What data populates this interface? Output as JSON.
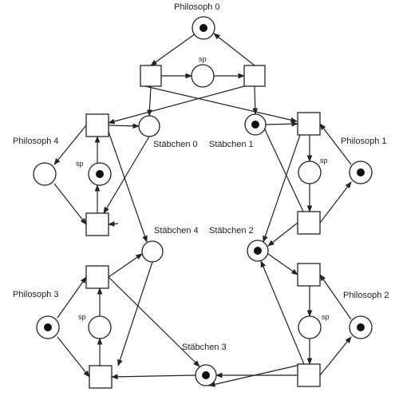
{
  "labels": {
    "philosopher_0": "Philosoph 0",
    "philosopher_1": "Philosoph 1",
    "philosopher_2": "Philosoph 2",
    "philosopher_3": "Philosoph 3",
    "philosopher_4": "Philosoph 4",
    "chopstick_0": "Stäbchen 0",
    "chopstick_1": "Stäbchen 1",
    "chopstick_2": "Stäbchen 2",
    "chopstick_3": "Stäbchen 3",
    "chopstick_4": "Stäbchen 4",
    "sp_top": "sp",
    "sp_left": "sp",
    "sp_right": "sp",
    "sp_bottom_left": "sp",
    "sp_bottom_right": "sp"
  },
  "places": [
    {
      "id": "p0-think",
      "tokens": 1
    },
    {
      "id": "p0-eat",
      "tokens": 0
    },
    {
      "id": "p1-think",
      "tokens": 1
    },
    {
      "id": "p1-eat",
      "tokens": 0
    },
    {
      "id": "p2-think",
      "tokens": 1
    },
    {
      "id": "p2-eat",
      "tokens": 0
    },
    {
      "id": "p3-think",
      "tokens": 1
    },
    {
      "id": "p3-eat",
      "tokens": 0
    },
    {
      "id": "p4-think",
      "tokens": 0
    },
    {
      "id": "p4-eat",
      "tokens": 1
    },
    {
      "id": "stick-0",
      "tokens": 0
    },
    {
      "id": "stick-1",
      "tokens": 1
    },
    {
      "id": "stick-2",
      "tokens": 1
    },
    {
      "id": "stick-3",
      "tokens": 1
    },
    {
      "id": "stick-4",
      "tokens": 0
    }
  ]
}
